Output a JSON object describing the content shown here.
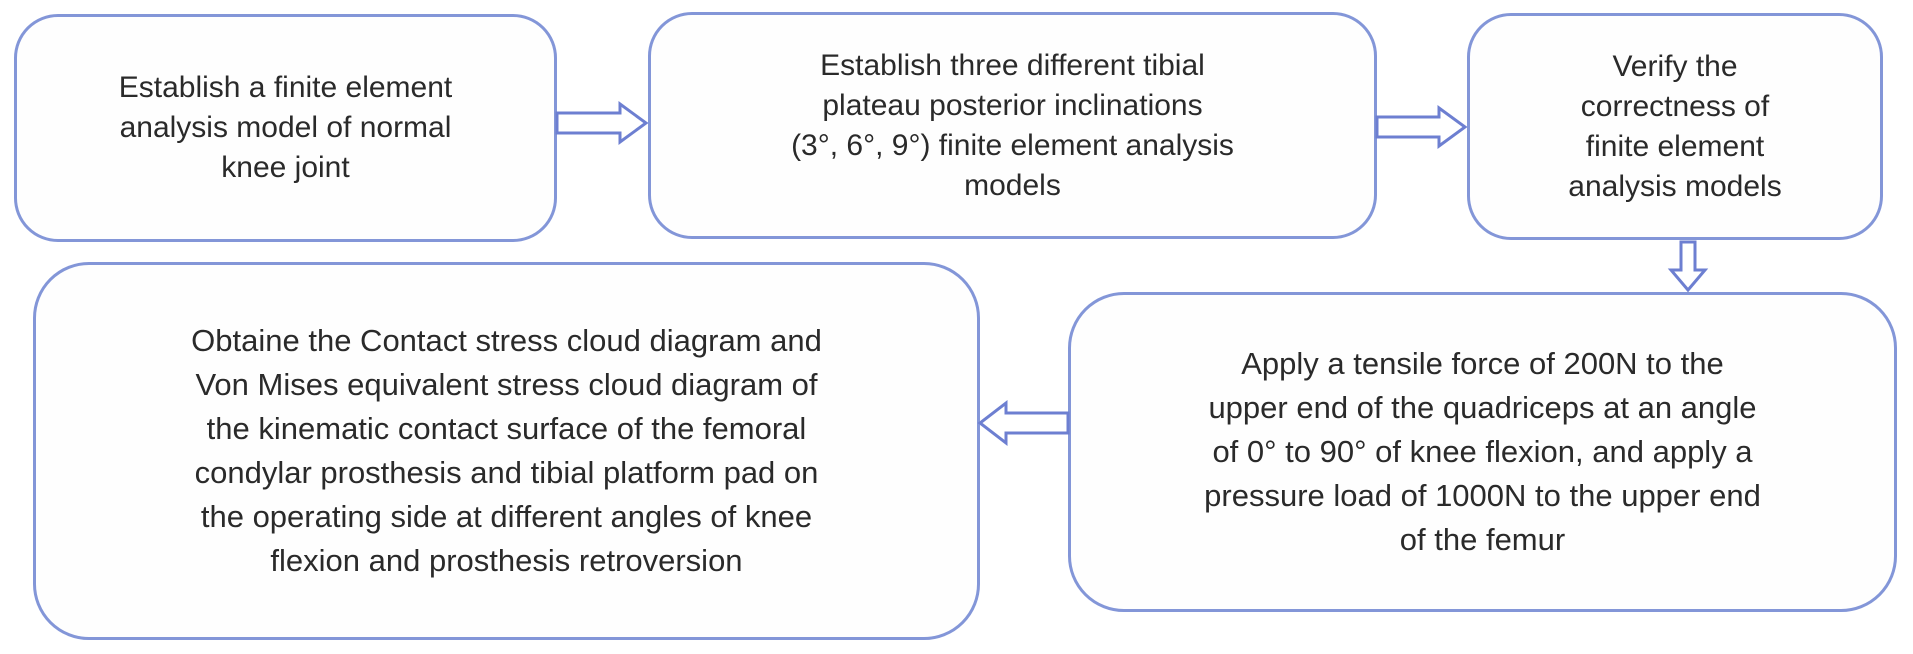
{
  "flowchart": {
    "colors": {
      "box_border": "#8396d8",
      "arrow_outline": "#6d7fd1",
      "text": "#2a2a2a",
      "background": "#ffffff"
    },
    "steps": [
      {
        "name": "establish-normal-knee-model",
        "lines": [
          "Establish a finite element",
          "analysis model of normal",
          "knee joint"
        ]
      },
      {
        "name": "establish-inclination-models",
        "lines": [
          "Establish three different tibial",
          "plateau posterior inclinations",
          "(3°, 6°, 9°) finite element analysis",
          "models"
        ]
      },
      {
        "name": "verify-models",
        "lines": [
          "Verify the",
          "correctness of",
          "finite element",
          "analysis models"
        ]
      },
      {
        "name": "apply-loads",
        "lines": [
          "Apply a tensile force of 200N to the",
          "upper end of the quadriceps at an angle",
          "of 0° to 90° of knee flexion, and apply a",
          "pressure load of 1000N to the upper end",
          "of the femur"
        ]
      },
      {
        "name": "obtain-stress-diagrams",
        "lines": [
          "Obtaine the Contact stress cloud diagram and",
          "Von Mises equivalent stress cloud diagram of",
          "the kinematic contact surface of the femoral",
          "condylar prosthesis and tibial platform pad on",
          "the operating side at different angles of knee",
          "flexion and prosthesis retroversion"
        ]
      }
    ],
    "arrows": [
      {
        "name": "arrow-right-icon",
        "from": "establish-normal-knee-model",
        "to": "establish-inclination-models",
        "direction": "right"
      },
      {
        "name": "arrow-right-icon",
        "from": "establish-inclination-models",
        "to": "verify-models",
        "direction": "right"
      },
      {
        "name": "arrow-down-icon",
        "from": "verify-models",
        "to": "apply-loads",
        "direction": "down"
      },
      {
        "name": "arrow-left-icon",
        "from": "apply-loads",
        "to": "obtain-stress-diagrams",
        "direction": "left"
      }
    ]
  }
}
